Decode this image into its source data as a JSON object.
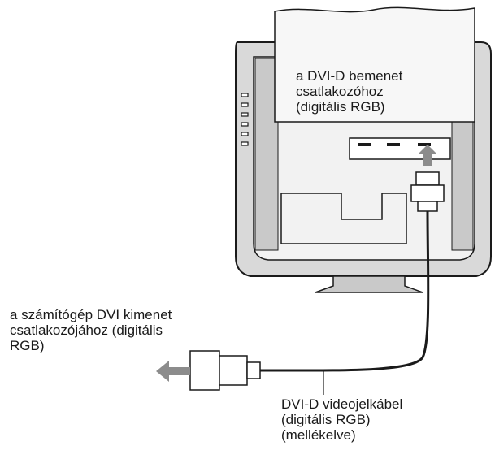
{
  "labels": {
    "monitor_input": "a DVI-D bemenet\ncsatlakozóhoz\n(digitális RGB)",
    "computer_output": "a számítógép DVI kimenet\ncsatlakozójához (digitális\nRGB)",
    "cable": "DVI-D videojelkábel\n(digitális RGB)\n(mellékelve)"
  },
  "colors": {
    "line": "#1a1a1a",
    "panel_shade": "#d9d9d9",
    "panel_light": "#f2f2f2",
    "arrow_gray": "#8c8c8c",
    "paper": "#f7f7f7"
  },
  "icons": {
    "plug_arrow": "arrow-up-icon",
    "unplug_arrow": "arrow-left-icon"
  }
}
